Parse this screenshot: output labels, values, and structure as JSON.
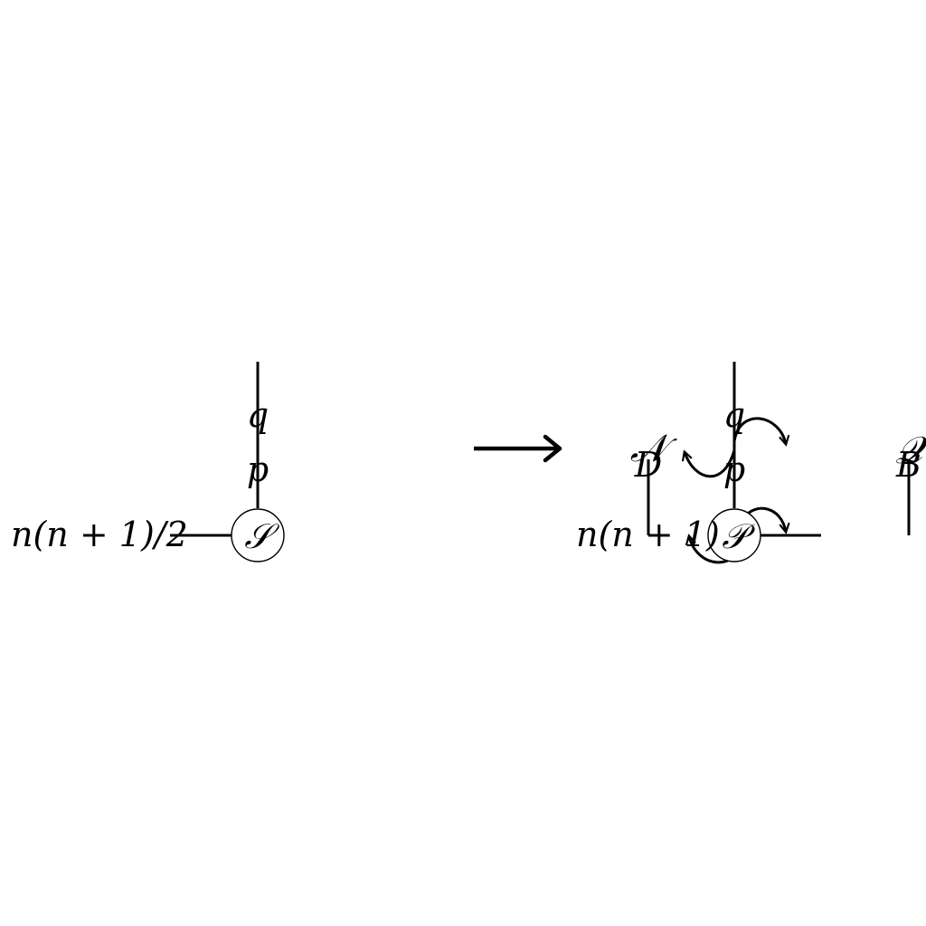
{
  "left_diagram": {
    "node_label": "𝒮",
    "index_top": "q",
    "index_bottom": "p",
    "index_left": "n(n + 1)/2"
  },
  "transition_arrow": "⟶",
  "right_diagram": {
    "node_label": "𝒫",
    "index_top": "q",
    "index_bottom": "p",
    "index_left": "n(n + 1)",
    "left_tensor_top": "𝒩",
    "left_tensor_bottom": "D",
    "right_tensor_top": "𝒬",
    "right_tensor_bottom": "B"
  }
}
